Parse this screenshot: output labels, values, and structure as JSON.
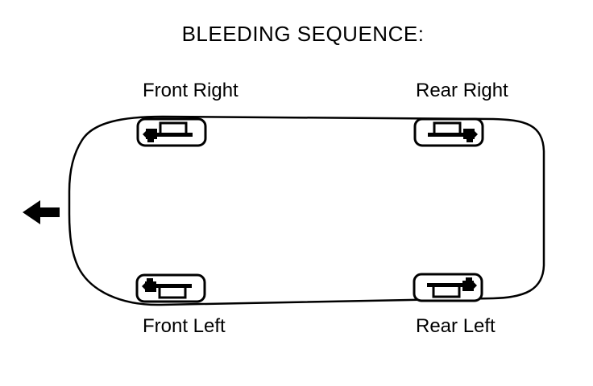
{
  "title": "BLEEDING SEQUENCE:",
  "diagram": {
    "description": "Top view of a vehicle showing the brake bleeding sequence positions",
    "icons": {
      "front_arrow": "left-arrow-icon",
      "caliper": "brake-caliper-bleeder-icon"
    },
    "colors": {
      "line": "#000000",
      "background": "#ffffff"
    },
    "wheels": [
      {
        "id": "front-right",
        "label": "Front Right"
      },
      {
        "id": "rear-right",
        "label": "Rear Right"
      },
      {
        "id": "front-left",
        "label": "Front Left"
      },
      {
        "id": "rear-left",
        "label": "Rear Left"
      }
    ]
  }
}
